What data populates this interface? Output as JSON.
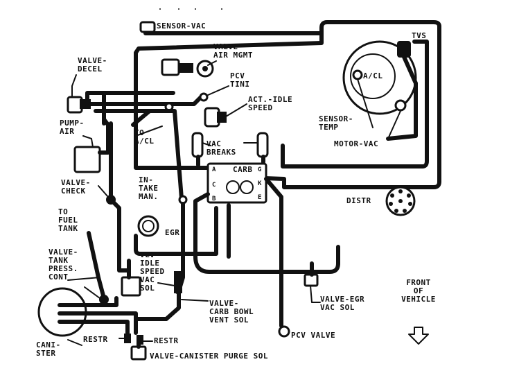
{
  "labels": {
    "sensor_vac": "SENSOR-VAC",
    "tvs": "TVS",
    "valve_air_mgmt": "VALVE-\nAIR MGMT",
    "valve_decel": "VALVE-\nDECEL",
    "pcv_tini": "PCV\nTINI",
    "act_idle_speed": "ACT.-IDLE\nSPEED",
    "a_cl": "A/CL",
    "pump_air": "PUMP-\nAIR",
    "sensor_temp": "SENSOR-\nTEMP",
    "motor_vac": "MOTOR-VAC",
    "to_a_cl": "TO\nA/CL",
    "vac_breaks": "VAC\nBREAKS",
    "carb": "CARB",
    "carb_a": "A",
    "carb_c": "C",
    "carb_b": "B",
    "carb_g": "G",
    "carb_k": "K",
    "carb_e": "E",
    "valve_check": "VALVE-\nCHECK",
    "intake_man": "IN-\nTAKE\nMAN.",
    "distr": "DISTR",
    "to_fuel_tank": "TO\nFUEL\nTANK",
    "egr": "EGR",
    "valve_tank_press_cont": "VALVE-\nTANK\nPRESS.\nCONT",
    "vlv_idle_speed_vac_sol": "VLV-\nIDLE\nSPEED\nVAC\nSOL",
    "valve_carb_bowl_vent_sol": "VALVE-\nCARB BOWL\nVENT SOL",
    "valve_egr_vac_sol": "VALVE-EGR\nVAC SOL",
    "front_of_vehicle": "FRONT\nOF\nVEHICLE",
    "restr_left": "RESTR",
    "restr_right": "RESTR",
    "pcv_valve": "PCV VALVE",
    "canister": "CANI-\nSTER",
    "valve_canister_purge_sol": "VALVE-CANISTER PURGE SOL"
  }
}
